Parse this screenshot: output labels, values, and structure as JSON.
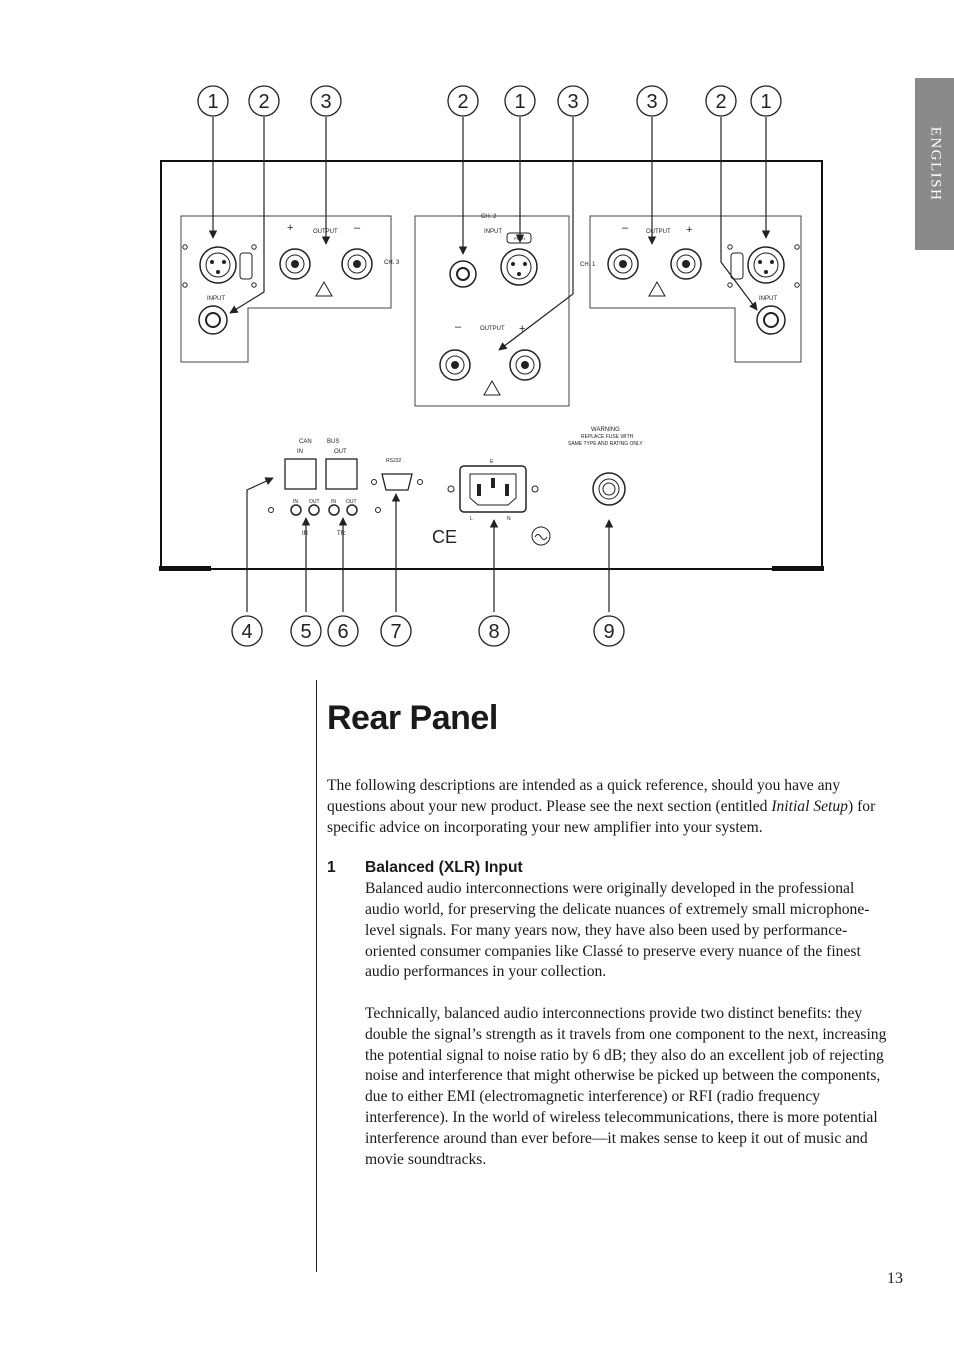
{
  "language_tab": "ENGLISH",
  "heading": "Rear Panel",
  "intro": {
    "before": "The following descriptions are intended as a quick reference, should you have any questions about your new product. Please see the next section (entitled ",
    "italic": "Initial Setup",
    "after": ") for specific advice on incorporating your new amplifier into your system."
  },
  "item1": {
    "number": "1",
    "title": "Balanced (XLR) Input",
    "paragraph1": "Balanced audio interconnections were originally developed in the professional audio world, for preserving the delicate nuances of extremely small microphone-level signals. For many years now, they have also been used by performance-oriented consumer companies like Classé to preserve every nuance of the finest audio performances in your collection.",
    "paragraph2": "Technically, balanced audio interconnections provide two distinct benefits: they double the signal’s strength as it travels from one component to the next, increasing the potential signal to noise ratio by 6 dB; they also do an excellent job of rejecting noise and interference that might otherwise be picked up between the components, due to either EMI (electromagnetic interference) or RFI (radio frequency interference). In the world of wireless telecommunications, there is more potential interference around than ever before—it makes sense to keep it out of music and movie soundtracks."
  },
  "page_number": "13",
  "diagram": {
    "callouts_top": [
      "1",
      "2",
      "3",
      "2",
      "1",
      "3",
      "3",
      "2",
      "1"
    ],
    "callouts_bottom": [
      "4",
      "5",
      "6",
      "7",
      "8",
      "9"
    ],
    "labels": {
      "ch1": "CH. 1",
      "ch2": "CH. 2",
      "ch3": "CH. 3",
      "input": "INPUT",
      "output": "OUTPUT",
      "push": "PUSH",
      "plus": "+",
      "minus": "–",
      "can": "CAN",
      "bus": "BUS",
      "in": "IN",
      "out": "OUT",
      "rs232": "RS232",
      "ir": "IR",
      "tr": "TR.",
      "warning": "WARNING",
      "fuse_line1": "REPLACE FUSE WITH",
      "fuse_line2": "SAME TYPE AND RATING ONLY",
      "e": "E",
      "l": "L",
      "n": "N",
      "ce": "CE"
    }
  }
}
